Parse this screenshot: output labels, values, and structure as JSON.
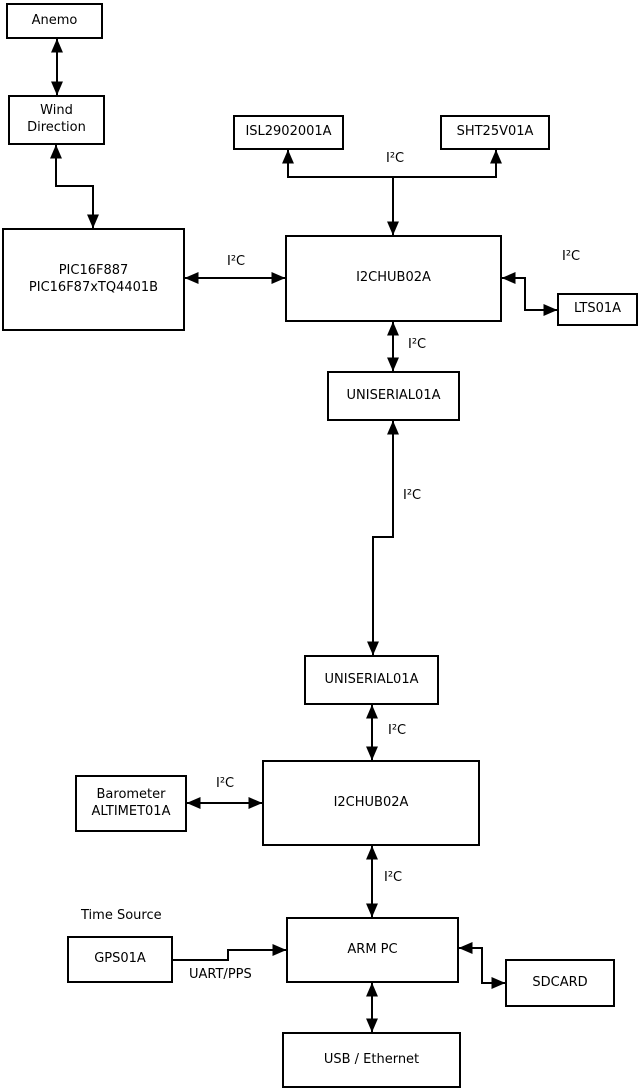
{
  "nodes": {
    "anemo": {
      "label": "Anemo"
    },
    "wind_direction": {
      "line1": "Wind",
      "line2": "Direction"
    },
    "pic": {
      "line1": "PIC16F887",
      "line2": "PIC16F87xTQ4401B"
    },
    "isl": {
      "label": "ISL2902001A"
    },
    "sht": {
      "label": "SHT25V01A"
    },
    "i2c_hub_1": {
      "label": "I2CHUB02A"
    },
    "lts": {
      "label": "LTS01A"
    },
    "uniserial_1": {
      "label": "UNISERIAL01A"
    },
    "uniserial_2": {
      "label": "UNISERIAL01A"
    },
    "barometer": {
      "line1": "Barometer",
      "line2": "ALTIMET01A"
    },
    "i2c_hub_2": {
      "label": "I2CHUB02A"
    },
    "arm_pc": {
      "label": "ARM PC"
    },
    "gps": {
      "label": "GPS01A"
    },
    "sdcard": {
      "label": "SDCARD"
    },
    "usb_ethernet": {
      "label": "USB / Ethernet"
    }
  },
  "edge_labels": {
    "i2c_sensors_top": "I²C",
    "i2c_pic_hub1": "I²C",
    "i2c_hub1_lts": "I²C",
    "i2c_hub1_uniserial1": "I²C",
    "i2c_uniserial_link": "I²C",
    "i2c_uniserial2_hub2": "I²C",
    "i2c_barometer_hub2": "I²C",
    "i2c_hub2_armpc": "I²C",
    "time_source": "Time Source",
    "uart_pps": "UART/PPS"
  },
  "colors": {
    "line": "#000000",
    "background": "#ffffff",
    "box_fill": "#ffffff"
  }
}
